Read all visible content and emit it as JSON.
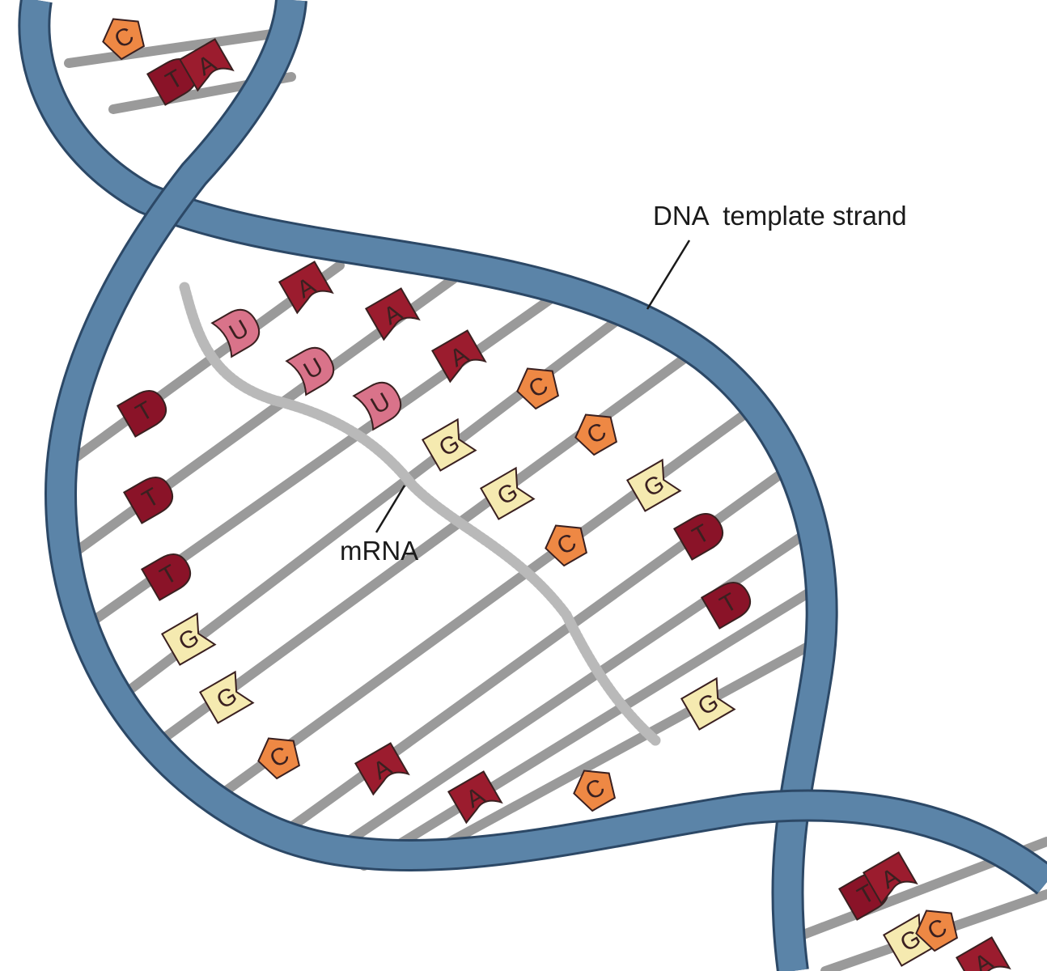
{
  "labels": {
    "dna_template_strand": "DNA  template strand",
    "mrna": "mRNA"
  },
  "colors": {
    "backbone": "#5b84a8",
    "backbone_edge": "#2c4866",
    "rung": "#9a9a9a",
    "mrna": "#b9b9b9",
    "C": "#ee8844",
    "G": "#f5eab0",
    "A": "#9b1c2e",
    "T": "#8a1328",
    "U": "#d9738a"
  },
  "bases": [
    {
      "letter": "C"
    },
    {
      "letter": "T"
    },
    {
      "letter": "A"
    },
    {
      "letter": "T"
    },
    {
      "letter": "T"
    },
    {
      "letter": "T"
    },
    {
      "letter": "G"
    },
    {
      "letter": "G"
    },
    {
      "letter": "C"
    },
    {
      "letter": "A"
    },
    {
      "letter": "A"
    },
    {
      "letter": "C"
    },
    {
      "letter": "A"
    },
    {
      "letter": "A"
    },
    {
      "letter": "A"
    },
    {
      "letter": "C"
    },
    {
      "letter": "C"
    },
    {
      "letter": "G"
    },
    {
      "letter": "T"
    },
    {
      "letter": "T"
    },
    {
      "letter": "G"
    },
    {
      "letter": "U"
    },
    {
      "letter": "U"
    },
    {
      "letter": "U"
    },
    {
      "letter": "G"
    },
    {
      "letter": "G"
    },
    {
      "letter": "C"
    },
    {
      "letter": "T"
    },
    {
      "letter": "A"
    },
    {
      "letter": "G"
    },
    {
      "letter": "C"
    },
    {
      "letter": "A"
    }
  ]
}
